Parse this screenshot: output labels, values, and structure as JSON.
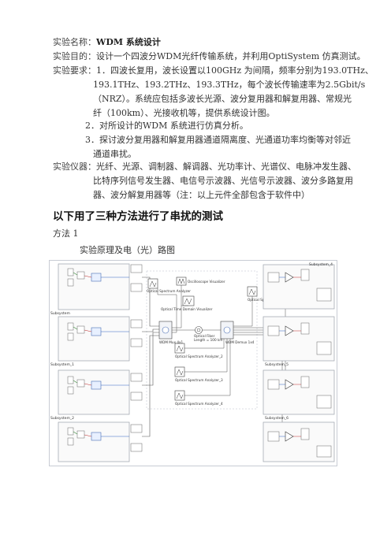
{
  "doc": {
    "name_label": "实验名称：",
    "name_value": "WDM 系统设计",
    "purpose_label": "实验目的：",
    "purpose_text": "设计一个四波分WDM光纤传输系统，并利用OptiSystem 仿真测试。",
    "req_label": "实验要求：",
    "req_lines": [
      "1．四波长复用，波长设置以100GHz 为间隔，频率分别为193.0THz、",
      "193.1THz、193.2THz、193.3THz，每个波长传输速率为2.5Gbit/s",
      "（NRZ）。系统应包括多波长光源、波分复用器和解复用器、常规光",
      "纤（100km）、光接收机等，提供系统设计图。",
      "2．对所设计的WDM 系统进行仿真分析。",
      "3．探讨波分复用器和解复用器通道隔离度、光通道功率均衡等对邻近",
      "通道串扰。"
    ],
    "inst_label": "实验仪器：",
    "inst_lines": [
      "光纤、光源、调制器、解调器、光功率计、光谱仪、电脉冲发生器、",
      "比特序列信号发生器、电信号示波器、光信号示波器、波分多路复用",
      "器、波分解复用器等（注：以上元件全部包含于软件中）"
    ],
    "heading": "以下用了三种方法进行了串扰的测试",
    "method": "方法 1",
    "subheading": "实验原理及电（光）路图"
  },
  "diagram": {
    "oscilloscope": "Oscilloscope Visualizer",
    "osa_top": "Optical Spectrum Analyzer",
    "osa_top_right": "Optical Spectrum Analyzer_",
    "otdv": "Optical Time Domain Visualizer",
    "fiber": "Optical Fiber",
    "fiber_len": "Length = 100 km",
    "mux": "WDM Mux 4x1",
    "demux": "WDM Demux 1x4",
    "osa2": "Optical Spectrum Analyzer_2",
    "osa3": "Optical Spectrum Analyzer_3",
    "osa4": "Optical Spectrum Analyzer_4",
    "subsystems_left": [
      "Subsystem",
      "Subsystem_1",
      "Subsystem_2"
    ],
    "subsystems_right": [
      "Subsystem_4",
      "Subsystem_5",
      "Subsystem_6"
    ]
  }
}
